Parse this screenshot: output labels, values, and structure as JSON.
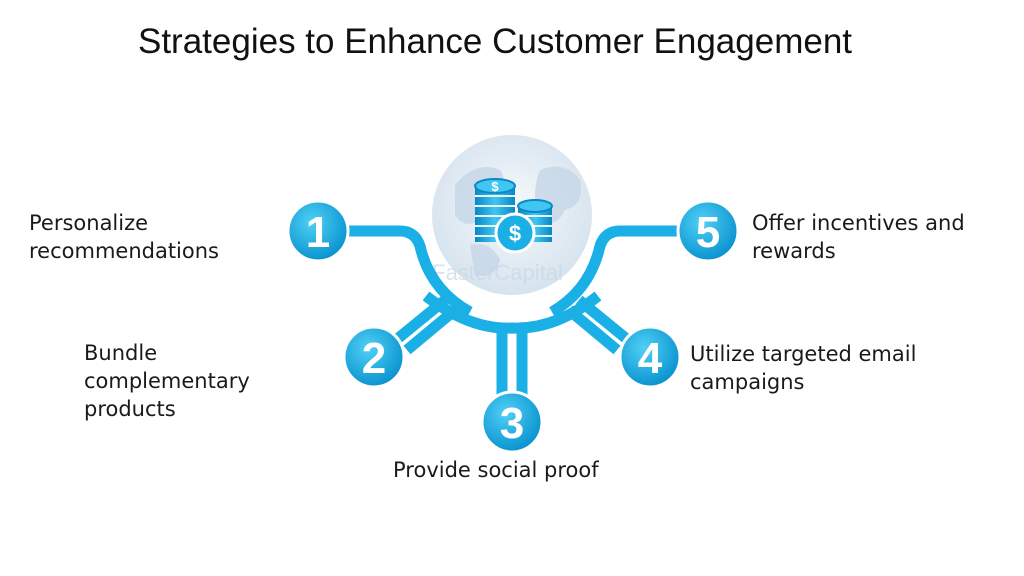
{
  "title": "Strategies to Enhance Customer Engagement",
  "watermark": "FasterCapital",
  "colors": {
    "accent": "#1ab0e6",
    "accent_dark": "#0b86c2",
    "globe": "#dfe9f2"
  },
  "center_icon": "dollar-coins-icon",
  "steps": [
    {
      "number": "1",
      "label": "Personalize\nrecommendations"
    },
    {
      "number": "2",
      "label": "Bundle\ncomplementary\nproducts"
    },
    {
      "number": "3",
      "label": "Provide social proof"
    },
    {
      "number": "4",
      "label": "Utilize targeted email\ncampaigns"
    },
    {
      "number": "5",
      "label": "Offer incentives and\nrewards"
    }
  ]
}
